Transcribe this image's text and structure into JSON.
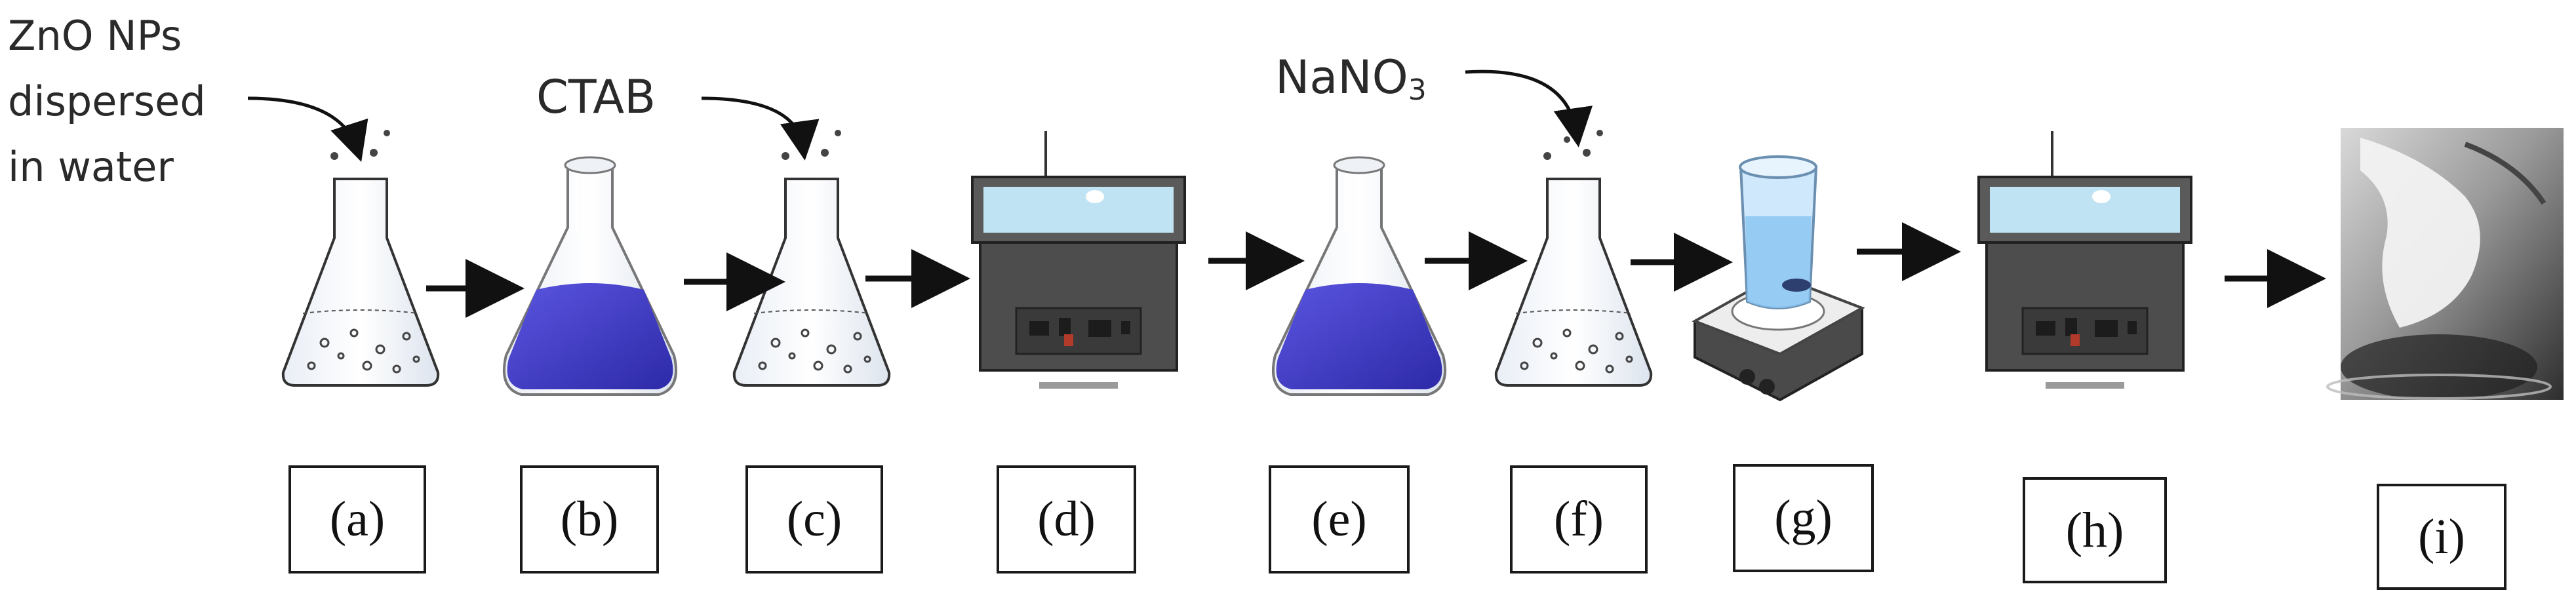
{
  "annotations": {
    "zno": "ZnO NPs\ndispersed\nin water",
    "ctab": "CTAB",
    "nano3_base": "NaNO",
    "nano3_sub": "3"
  },
  "steps": [
    {
      "label": "(a)",
      "item": "flask-with-particles"
    },
    {
      "label": "(b)",
      "item": "flask-blue-solution"
    },
    {
      "label": "(c)",
      "item": "flask-with-particles"
    },
    {
      "label": "(d)",
      "item": "ultrasonic-bath"
    },
    {
      "label": "(e)",
      "item": "flask-blue-solution"
    },
    {
      "label": "(f)",
      "item": "flask-with-particles"
    },
    {
      "label": "(g)",
      "item": "beaker-on-hotplate-stirrer"
    },
    {
      "label": "(h)",
      "item": "ultrasonic-bath"
    },
    {
      "label": "(i)",
      "item": "photo-of-white-gel-product"
    }
  ],
  "colors": {
    "arrow": "#111111",
    "blue_solution": "#3a31c4",
    "bath_body": "#4d4d4d",
    "bath_water": "#bfe3f3",
    "label_border": "#1a1a1a"
  }
}
